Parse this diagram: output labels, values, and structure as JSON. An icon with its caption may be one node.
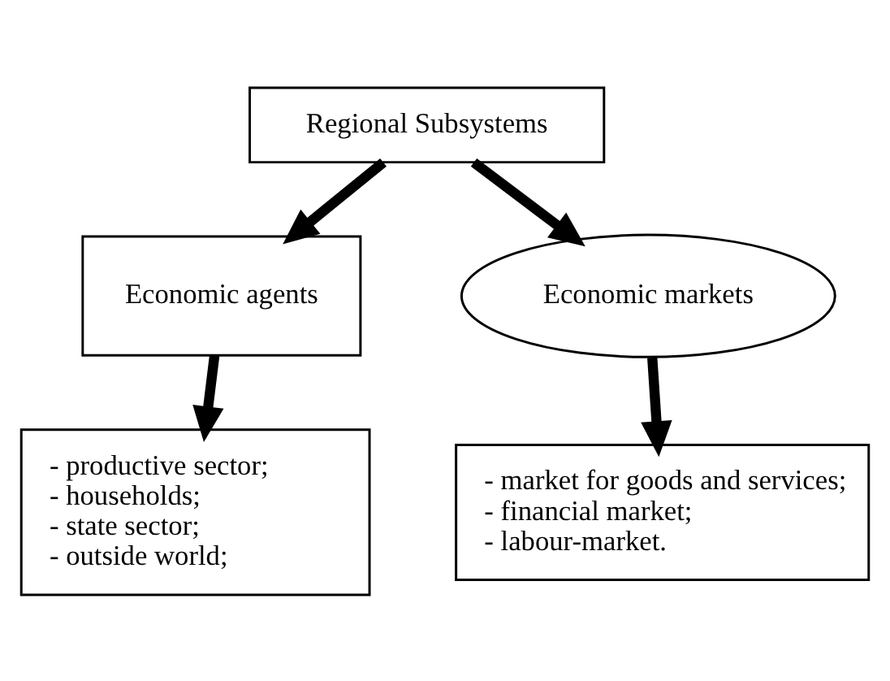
{
  "diagram": {
    "nodes": [
      {
        "text": [
          "Regional Subsystems"
        ]
      },
      {
        "text": [
          "Economic agents"
        ]
      },
      {
        "text": [
          "Economic markets"
        ]
      },
      {
        "text": [
          "- productive sector;",
          "- households;",
          "- state sector;",
          "- outside world;"
        ]
      },
      {
        "text": [
          "- market for goods and services;",
          "- financial market;",
          "- labour-market."
        ]
      }
    ],
    "edges": [
      {
        "from": 0,
        "to": 1,
        "arrow": "to"
      },
      {
        "from": 0,
        "to": 2,
        "arrow": "to"
      },
      {
        "from": 1,
        "to": 3,
        "arrow": "to"
      },
      {
        "from": 2,
        "to": 4,
        "arrow": "to"
      }
    ]
  }
}
